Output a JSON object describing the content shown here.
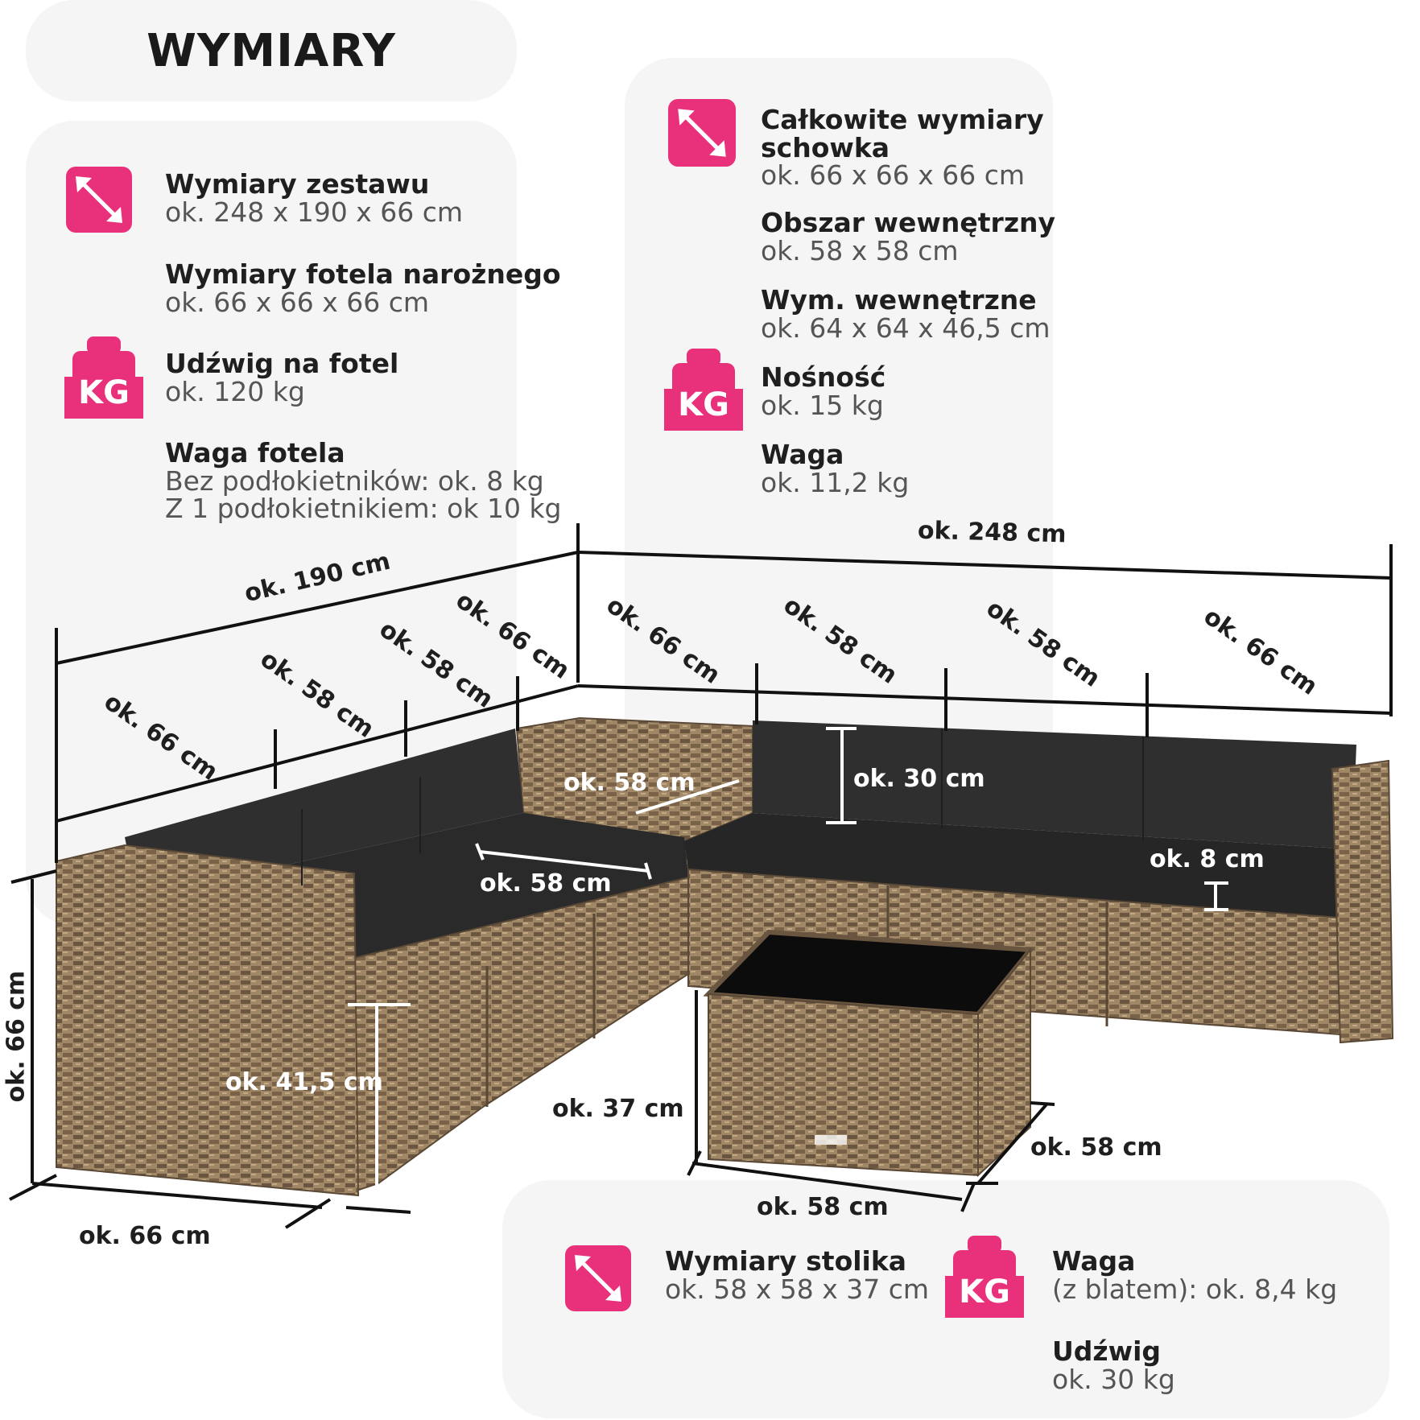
{
  "title": "WYMIARY",
  "colors": {
    "accent": "#e8317a",
    "panel": "#f5f5f5",
    "rattan": "#8b7355",
    "cushion": "#2b2b2b"
  },
  "left_panel": {
    "set_dimensions": {
      "icon": "resize-arrows-icon",
      "label": "Wymiary zestawu",
      "value": "ok. 248 x 190 x 66 cm"
    },
    "corner_chair": {
      "label": "Wymiary fotela narożnego",
      "value": "ok. 66 x 66 x 66 cm"
    },
    "chair_capacity": {
      "icon": "weight-kg-icon",
      "label": "Udźwig na fotel",
      "value": "ok. 120 kg"
    },
    "chair_weight": {
      "label": "Waga fotela",
      "value1": "Bez podłokietników: ok. 8 kg",
      "value2": "Z 1 podłokietnikiem: ok 10 kg"
    }
  },
  "right_panel": {
    "storage_dimensions": {
      "icon": "resize-arrows-icon",
      "label1": "Całkowite wymiary",
      "label2": "schowka",
      "value": "ok. 66 x 66 x 66 cm"
    },
    "inner_area": {
      "label": "Obszar wewnętrzny",
      "value": "ok. 58 x 58 cm"
    },
    "inner_dimensions": {
      "label": "Wym. wewnętrzne",
      "value": "ok. 64 x 64 x 46,5 cm"
    },
    "capacity": {
      "icon": "weight-kg-icon",
      "label": "Nośność",
      "value": "ok. 15 kg"
    },
    "weight": {
      "label": "Waga",
      "value": "ok. 11,2 kg"
    }
  },
  "bottom_panel": {
    "table_dimensions": {
      "icon": "resize-arrows-icon",
      "label": "Wymiary stolika",
      "value": "ok. 58 x 58 x 37 cm"
    },
    "table_weight": {
      "icon": "weight-kg-icon",
      "label": "Waga",
      "value": "(z blatem): ok. 8,4 kg"
    },
    "table_capacity": {
      "label": "Udźwig",
      "value": "ok. 30 kg"
    }
  },
  "kg_text": "KG",
  "dimensions": {
    "total_length": "ok. 248 cm",
    "total_depth": "ok. 190 cm",
    "left_seg1": "ok. 66 cm",
    "left_seg2": "ok. 58 cm",
    "left_seg3": "ok. 58 cm",
    "left_seg4": "ok. 66 cm",
    "right_seg1": "ok. 66 cm",
    "right_seg2": "ok. 58 cm",
    "right_seg3": "ok. 58 cm",
    "right_seg4": "ok. 66 cm",
    "box_width": "ok. 58 cm",
    "seat_depth": "ok. 58 cm",
    "back_height": "ok. 30 cm",
    "cushion_thickness": "ok. 8 cm",
    "seat_height": "ok. 41,5 cm",
    "height": "ok. 66 cm",
    "chair_depth": "ok. 66 cm",
    "table_height": "ok. 37 cm",
    "table_depth": "ok. 58 cm",
    "table_width": "ok. 58 cm"
  }
}
